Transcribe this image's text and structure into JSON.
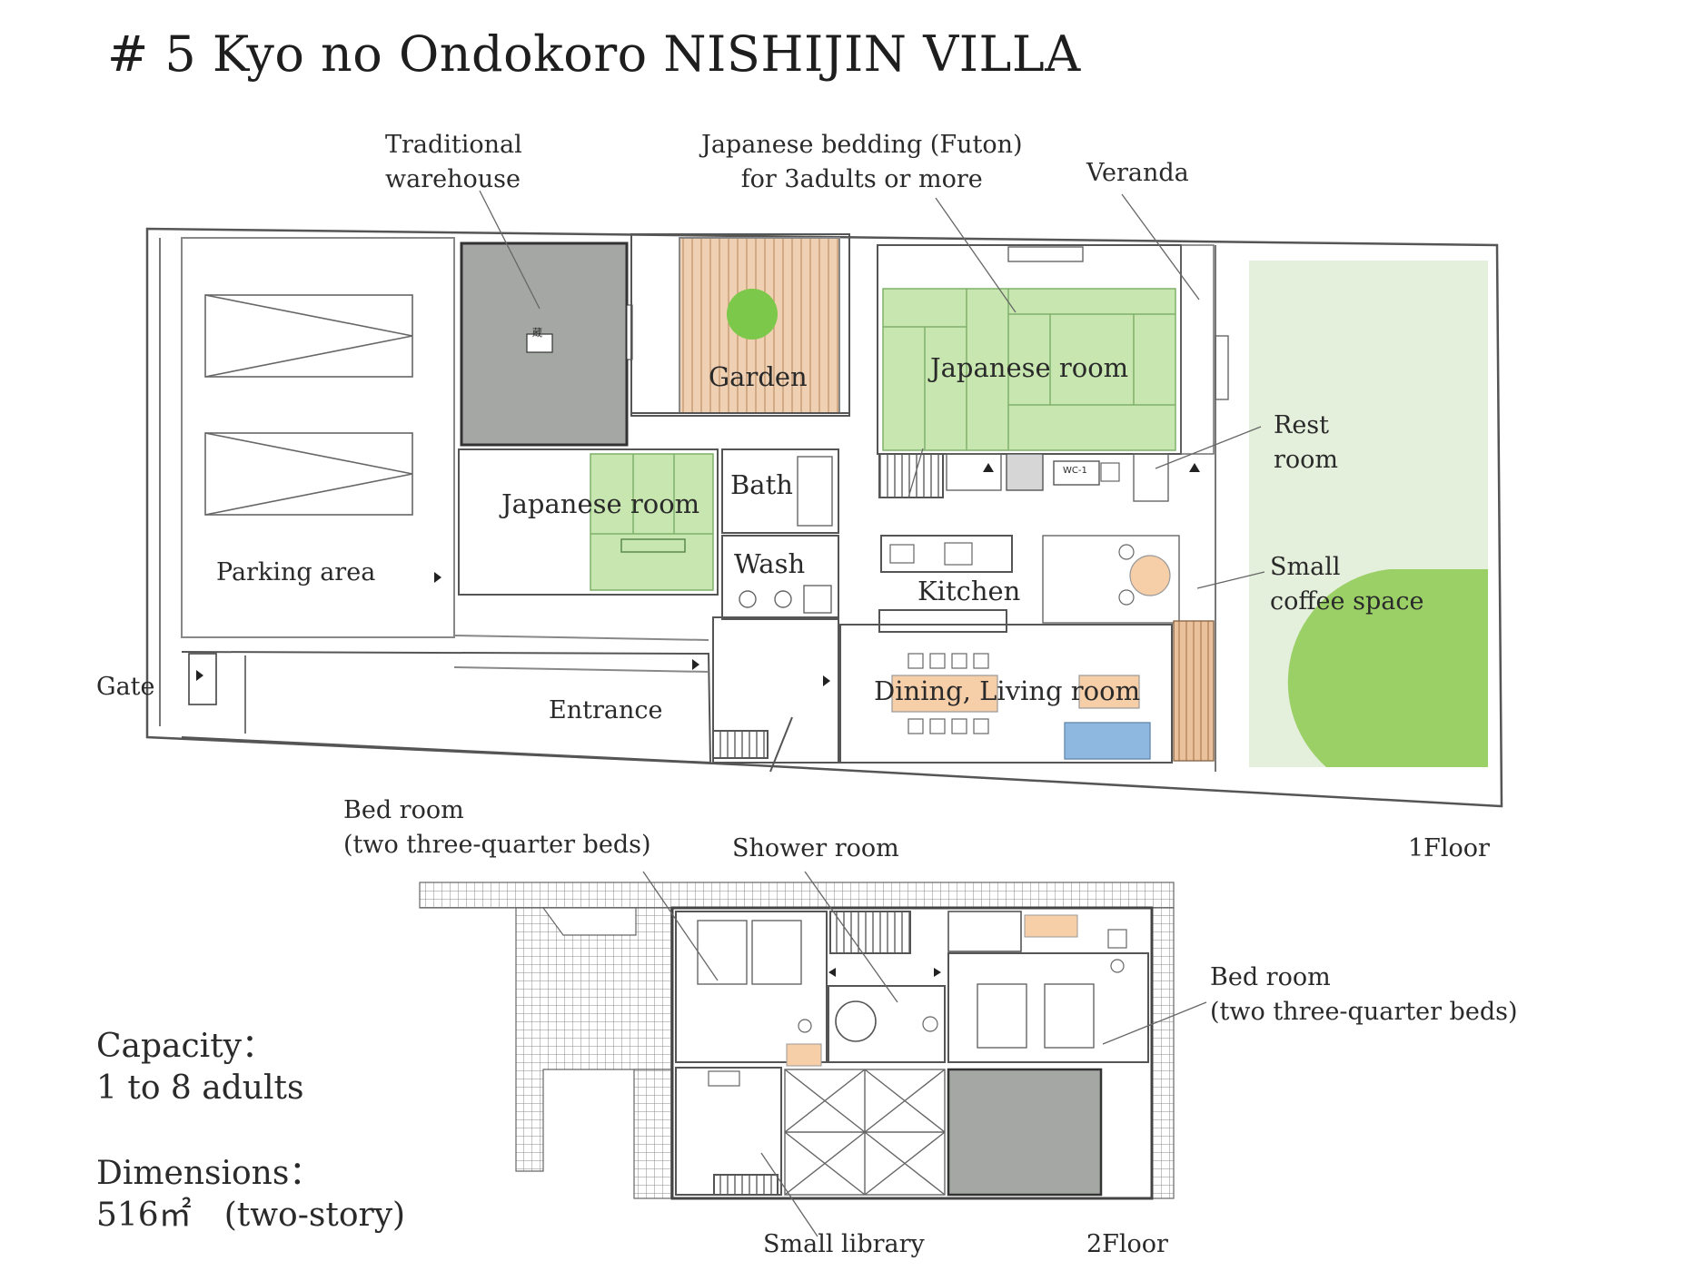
{
  "title": "# 5 Kyo no Ondokoro NISHIJIN VILLA",
  "floor1": {
    "floor_label": "1Floor",
    "traditional_warehouse": [
      "Traditional",
      "warehouse"
    ],
    "futon_note": [
      "Japanese bedding (Futon)",
      "for 3adults or more"
    ],
    "veranda": "Veranda",
    "garden": "Garden",
    "japanese_room_main": "Japanese room",
    "japanese_room_small": "Japanese room",
    "rest_room": [
      "Rest",
      "room"
    ],
    "bath": "Bath",
    "wash": "Wash",
    "kitchen": "Kitchen",
    "small_coffee_space": [
      "Small",
      "coffee space"
    ],
    "parking_area": "Parking area",
    "gate": "Gate",
    "entrance": "Entrance",
    "dining_living_room": "Dining, Living room",
    "warehouse_sign": "蔵",
    "wc_sign": "WC-1"
  },
  "floor2": {
    "floor_label": "2Floor",
    "bed_room_left": [
      "Bed room",
      "(two three-quarter beds)"
    ],
    "shower_room": "Shower room",
    "bed_room_right": [
      "Bed room",
      "(two three-quarter beds)"
    ],
    "small_library": "Small library"
  },
  "info": {
    "capacity_label": "Capacity：",
    "capacity_value": "1 to 8 adults",
    "dimensions_label": "Dimensions：",
    "dimensions_value": "516㎡　(two-story)"
  },
  "colors": {
    "tatami": "#c8e6b0",
    "tatami_line": "#7fb06a",
    "garden_deck": "#edc9a8",
    "tree": "#7cc84a",
    "lawn": "#e4efdc",
    "lawn_tree": "#9bd067",
    "warehouse": "#a5a7a5",
    "furniture": "#f6cfa9",
    "sofa": "#8fb8e0",
    "wall": "#4a4a4a"
  }
}
